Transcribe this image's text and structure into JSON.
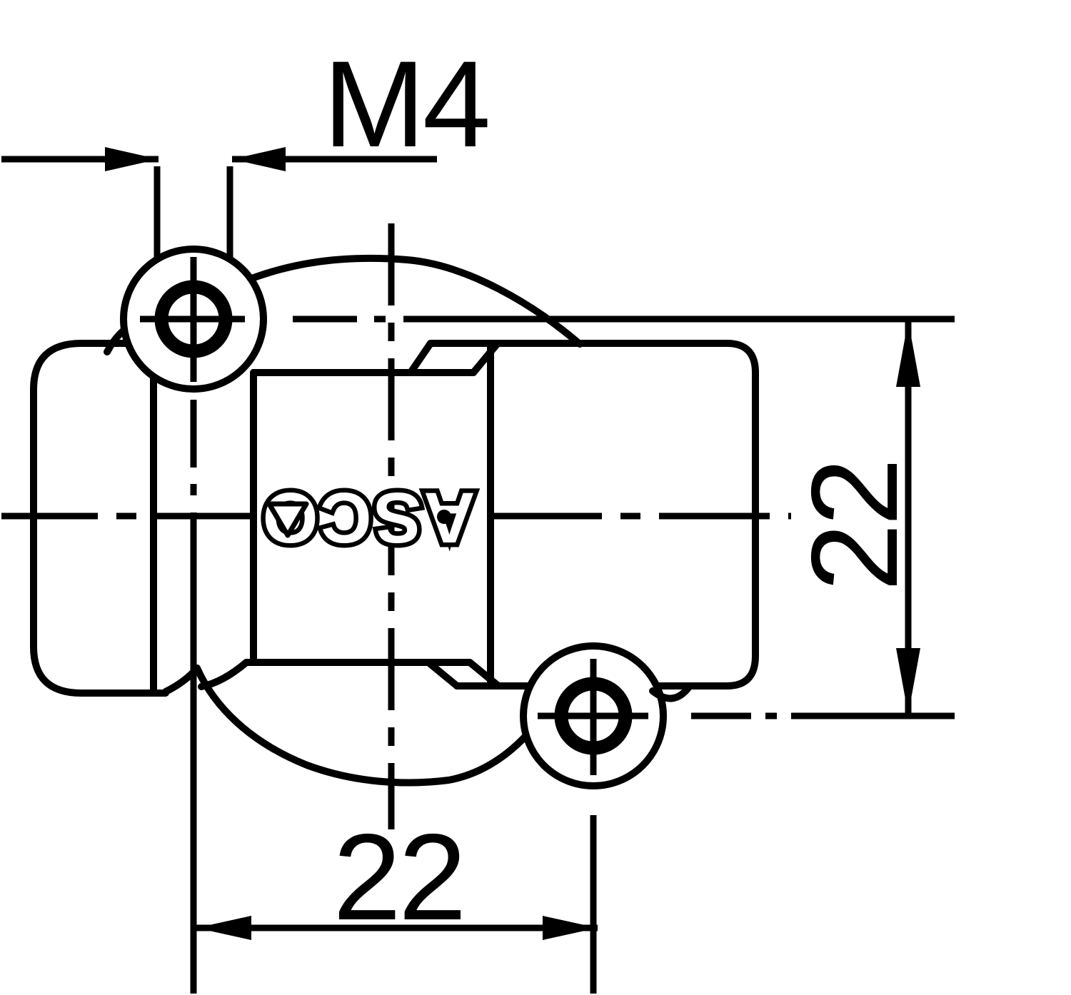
{
  "document": {
    "type": "technical-dimension-drawing",
    "background_color": "#ffffff",
    "line_color": "#000000"
  },
  "dimensions": {
    "thread_label": "M4",
    "vertical_spacing_label": "22",
    "horizontal_spacing_label": "22"
  },
  "brand": {
    "logo_text": "ASCO"
  }
}
